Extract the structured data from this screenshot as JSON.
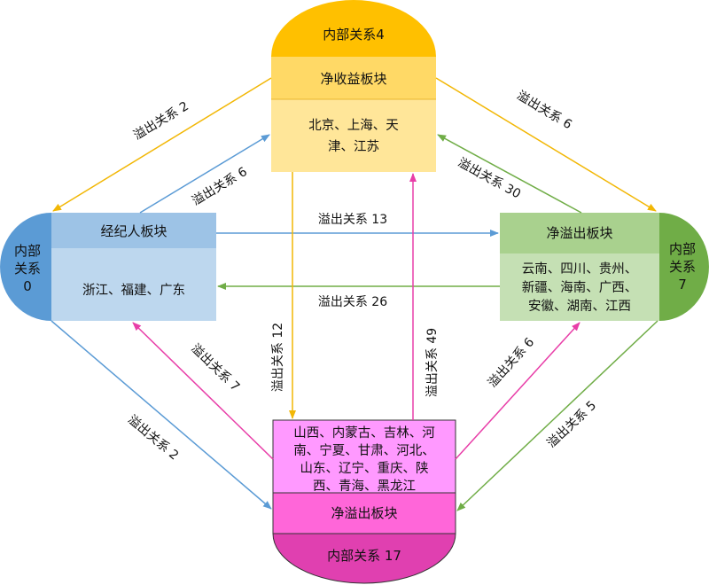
{
  "colors": {
    "yellow_cap": "#FFC000",
    "yellow_header": "#FFD966",
    "yellow_body": "#FFE699",
    "blue_cap": "#5B9BD5",
    "blue_header": "#9DC3E6",
    "blue_body": "#BDD7EE",
    "green_cap": "#70AD47",
    "green_header": "#A9D18E",
    "green_body": "#C5E0B4",
    "pink_cap": "#E040B0",
    "pink_header": "#FF66D9",
    "pink_body": "#FF99FF",
    "arrow_yellow": "#F2B705",
    "arrow_blue": "#5B9BD5",
    "arrow_green": "#70AD47",
    "arrow_pink": "#E83EA8"
  },
  "top_block": {
    "cap": "内部关系4",
    "header": "净收益板块",
    "members": [
      "北京、上海、天",
      "津、江苏"
    ]
  },
  "left_block": {
    "cap": [
      "内部",
      "关系",
      "0"
    ],
    "header": "经纪人板块",
    "members": [
      "浙江、福建、广东"
    ]
  },
  "right_block": {
    "cap": [
      "内部",
      "关系",
      "7"
    ],
    "header": "净溢出板块",
    "members": [
      "云南、四川、贵州、",
      "新疆、海南、广西、",
      "安徽、湖南、江西"
    ]
  },
  "bottom_block": {
    "cap": "内部关系 17",
    "header": "净溢出板块",
    "members": [
      "山西、内蒙古、吉林、河",
      "南、宁夏、甘肃、河北、",
      "山东、辽宁、重庆、陕",
      "西、青海、黑龙江"
    ]
  },
  "arrow_labels": {
    "top_to_left": "溢出关系 2",
    "top_to_right": "溢出关系 6",
    "left_to_top": "溢出关系 6",
    "right_to_top": "溢出关系 30",
    "left_to_right": "溢出关系 13",
    "right_to_left": "溢出关系 26",
    "top_to_bottom": "溢出关系 12",
    "bottom_to_top": "溢出关系 49",
    "bottom_to_left": "溢出关系 7",
    "bottom_to_right": "溢出关系 6",
    "left_to_bottom": "溢出关系 2",
    "right_to_bottom": "溢出关系 5"
  }
}
